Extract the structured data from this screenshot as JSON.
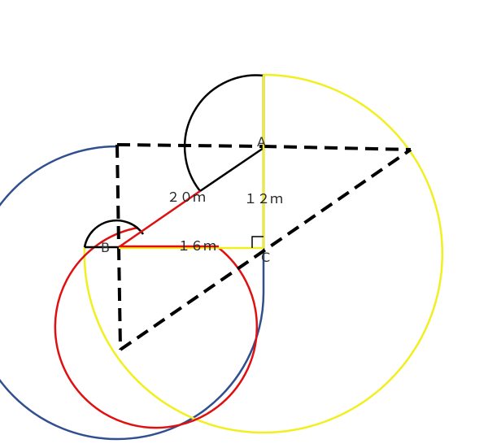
{
  "points": {
    "A": "A",
    "B": "B",
    "C": "C"
  },
  "lengths": {
    "ab": "２０ｍ",
    "ac": "１２ｍ",
    "bc": "１６ｍ"
  },
  "colors": {
    "blue": "#2f4f8f",
    "red": "#e01010",
    "yellow": "#f2ef20",
    "black": "#000000"
  }
}
